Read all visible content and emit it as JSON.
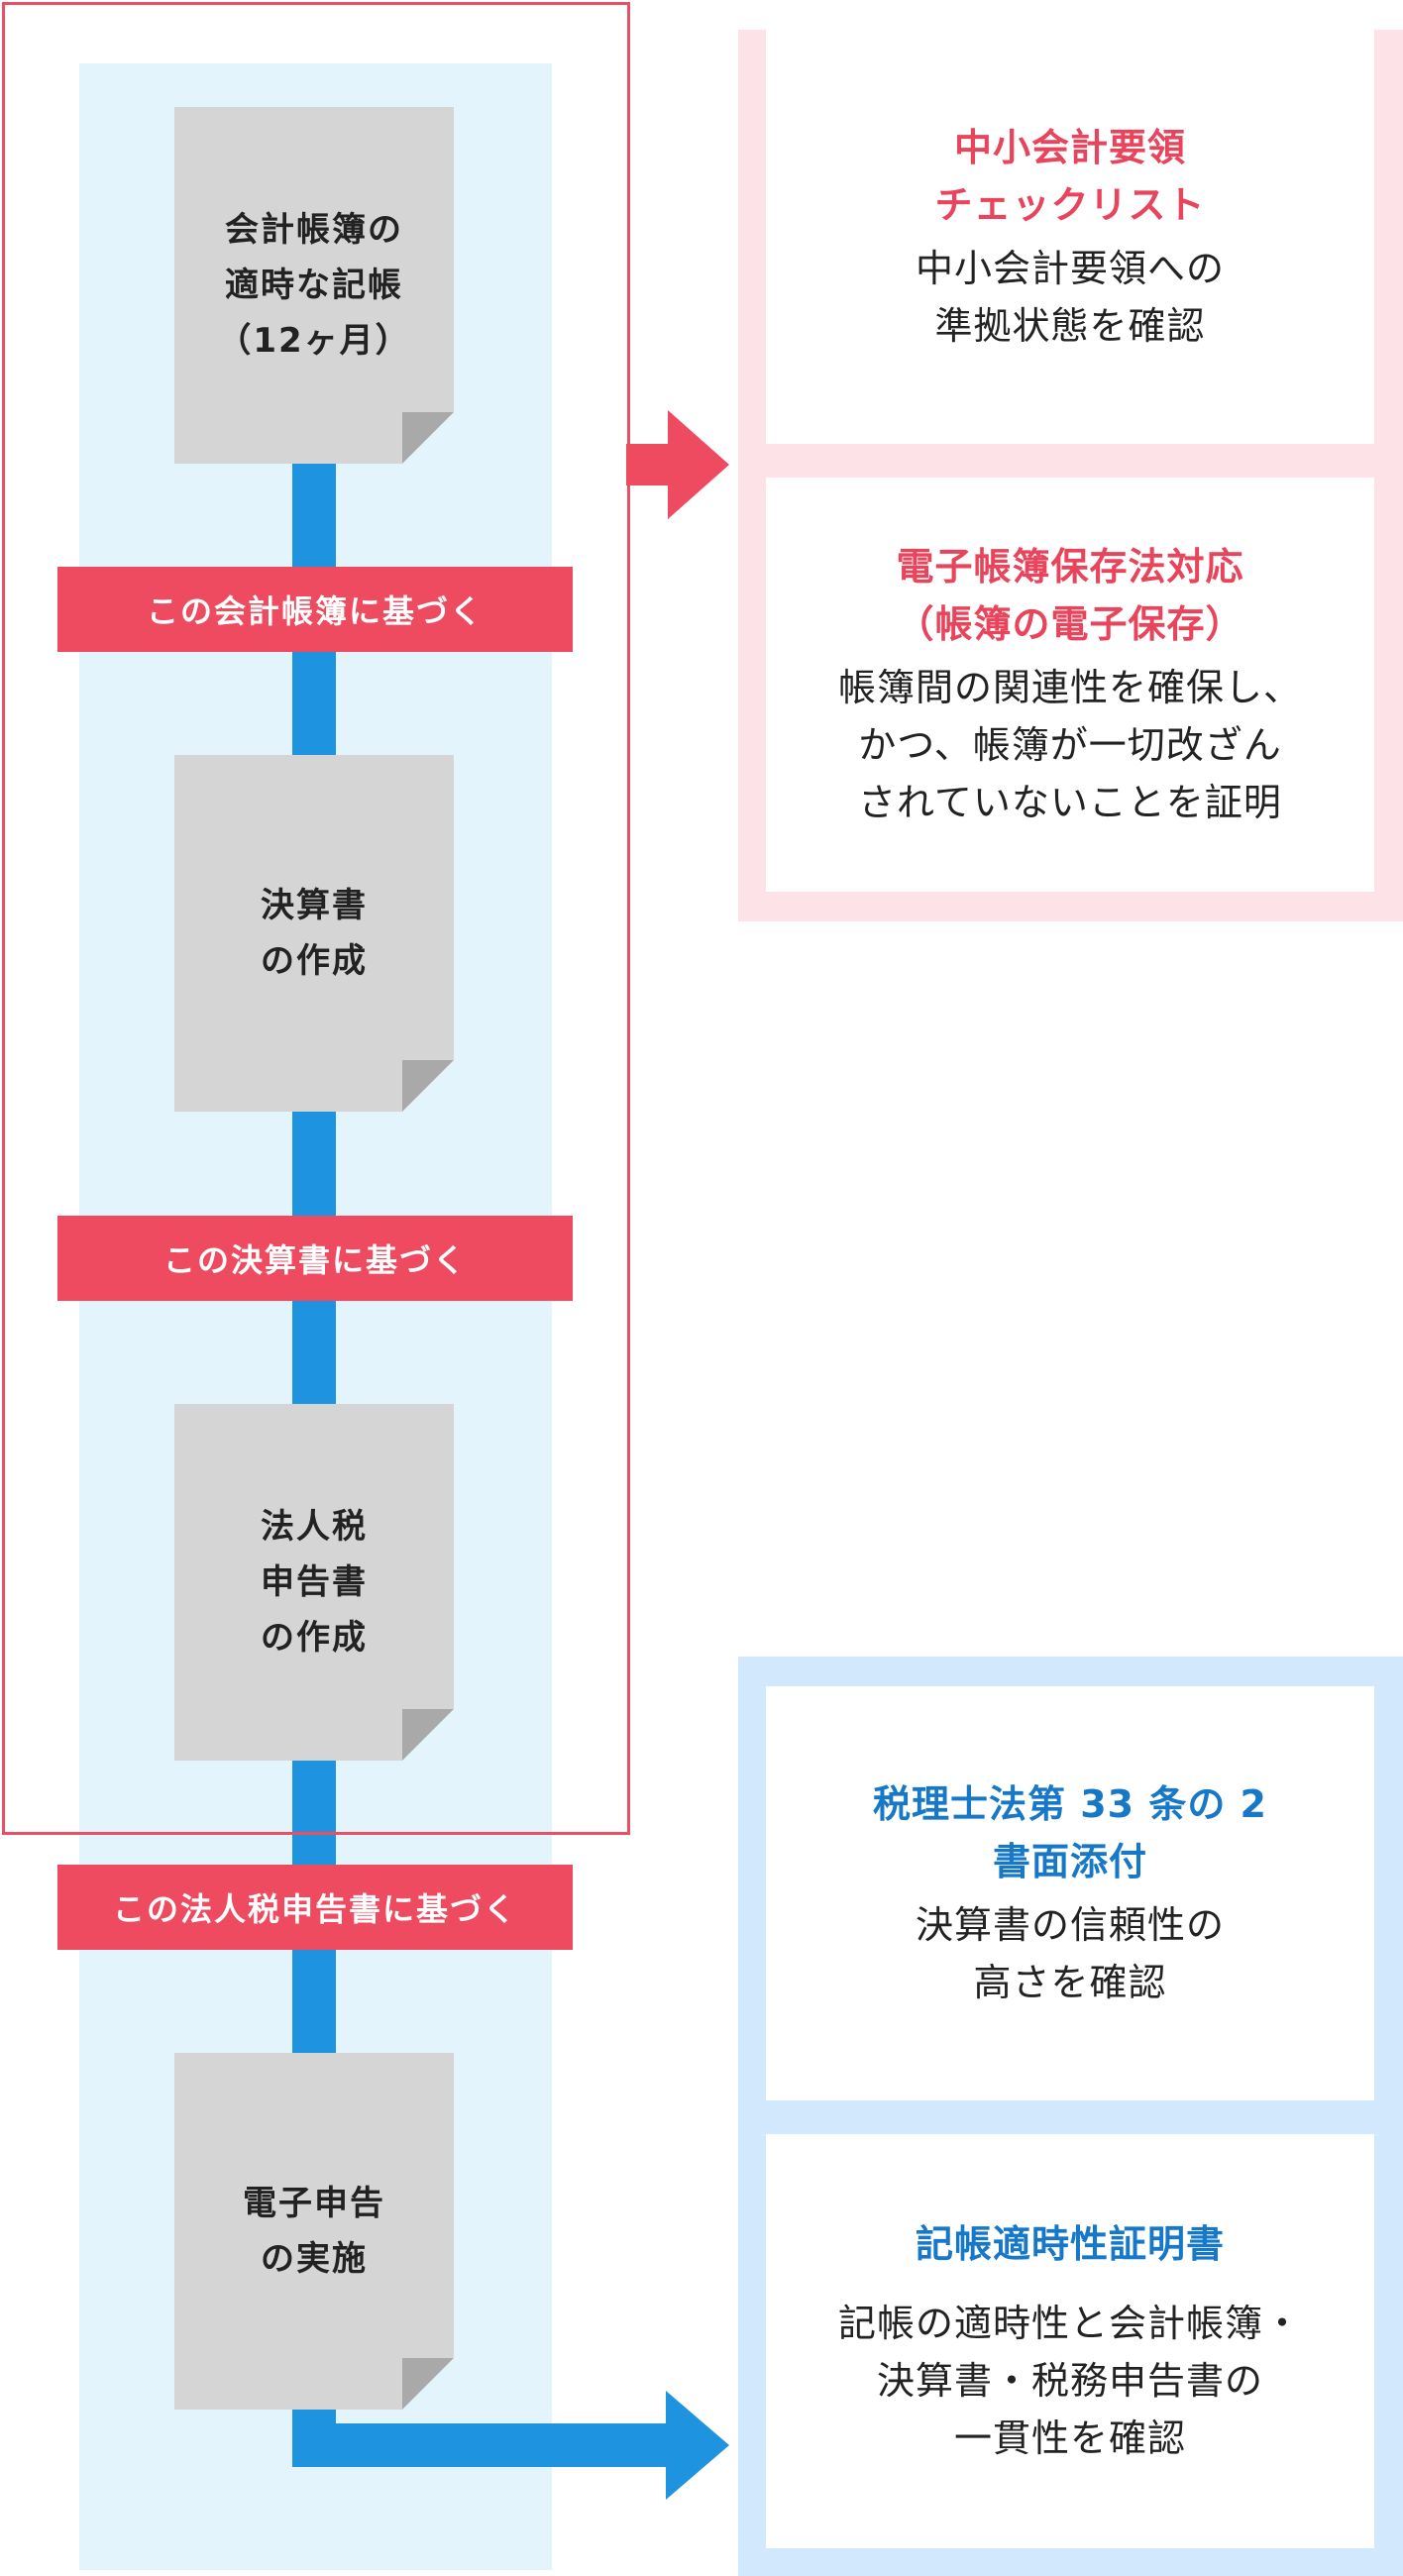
{
  "flow": {
    "steps": [
      {
        "doc_text": "会計帳簿の\n適時な記帳\n（12ヶ月）",
        "connector": "この会計帳簿に基づく"
      },
      {
        "doc_text": "決算書\nの作成",
        "connector": "この決算書に基づく"
      },
      {
        "doc_text": "法人税\n申告書\nの作成",
        "connector": "この法人税申告書に基づく"
      },
      {
        "doc_text": "電子申告\nの実施"
      }
    ]
  },
  "pink_panel": {
    "cards": [
      {
        "title": "中小会計要領\nチェックリスト",
        "body": "中小会計要領への\n準拠状態を確認"
      },
      {
        "title": "電子帳簿保存法対応\n（帳簿の電子保存）",
        "body": "帳簿間の関連性を確保し、\nかつ、帳簿が一切改ざん\nされていないことを証明"
      }
    ]
  },
  "blue_panel": {
    "cards": [
      {
        "title": "税理士法第 33 条の 2\n書面添付",
        "body": "決算書の信頼性の\n高さを確認"
      },
      {
        "title": "記帳適時性証明書",
        "body": "記帳の適時性と会計帳簿・\n決算書・税務申告書の\n一貫性を確認"
      }
    ]
  },
  "colors": {
    "red": "#ee4b60",
    "flow_blue": "#1e93e0",
    "doc_gray": "#d5d5d5",
    "pink_bg": "#fde2e7",
    "blue_bg": "#d2e8fd",
    "flow_bg": "#e3f4fd"
  }
}
